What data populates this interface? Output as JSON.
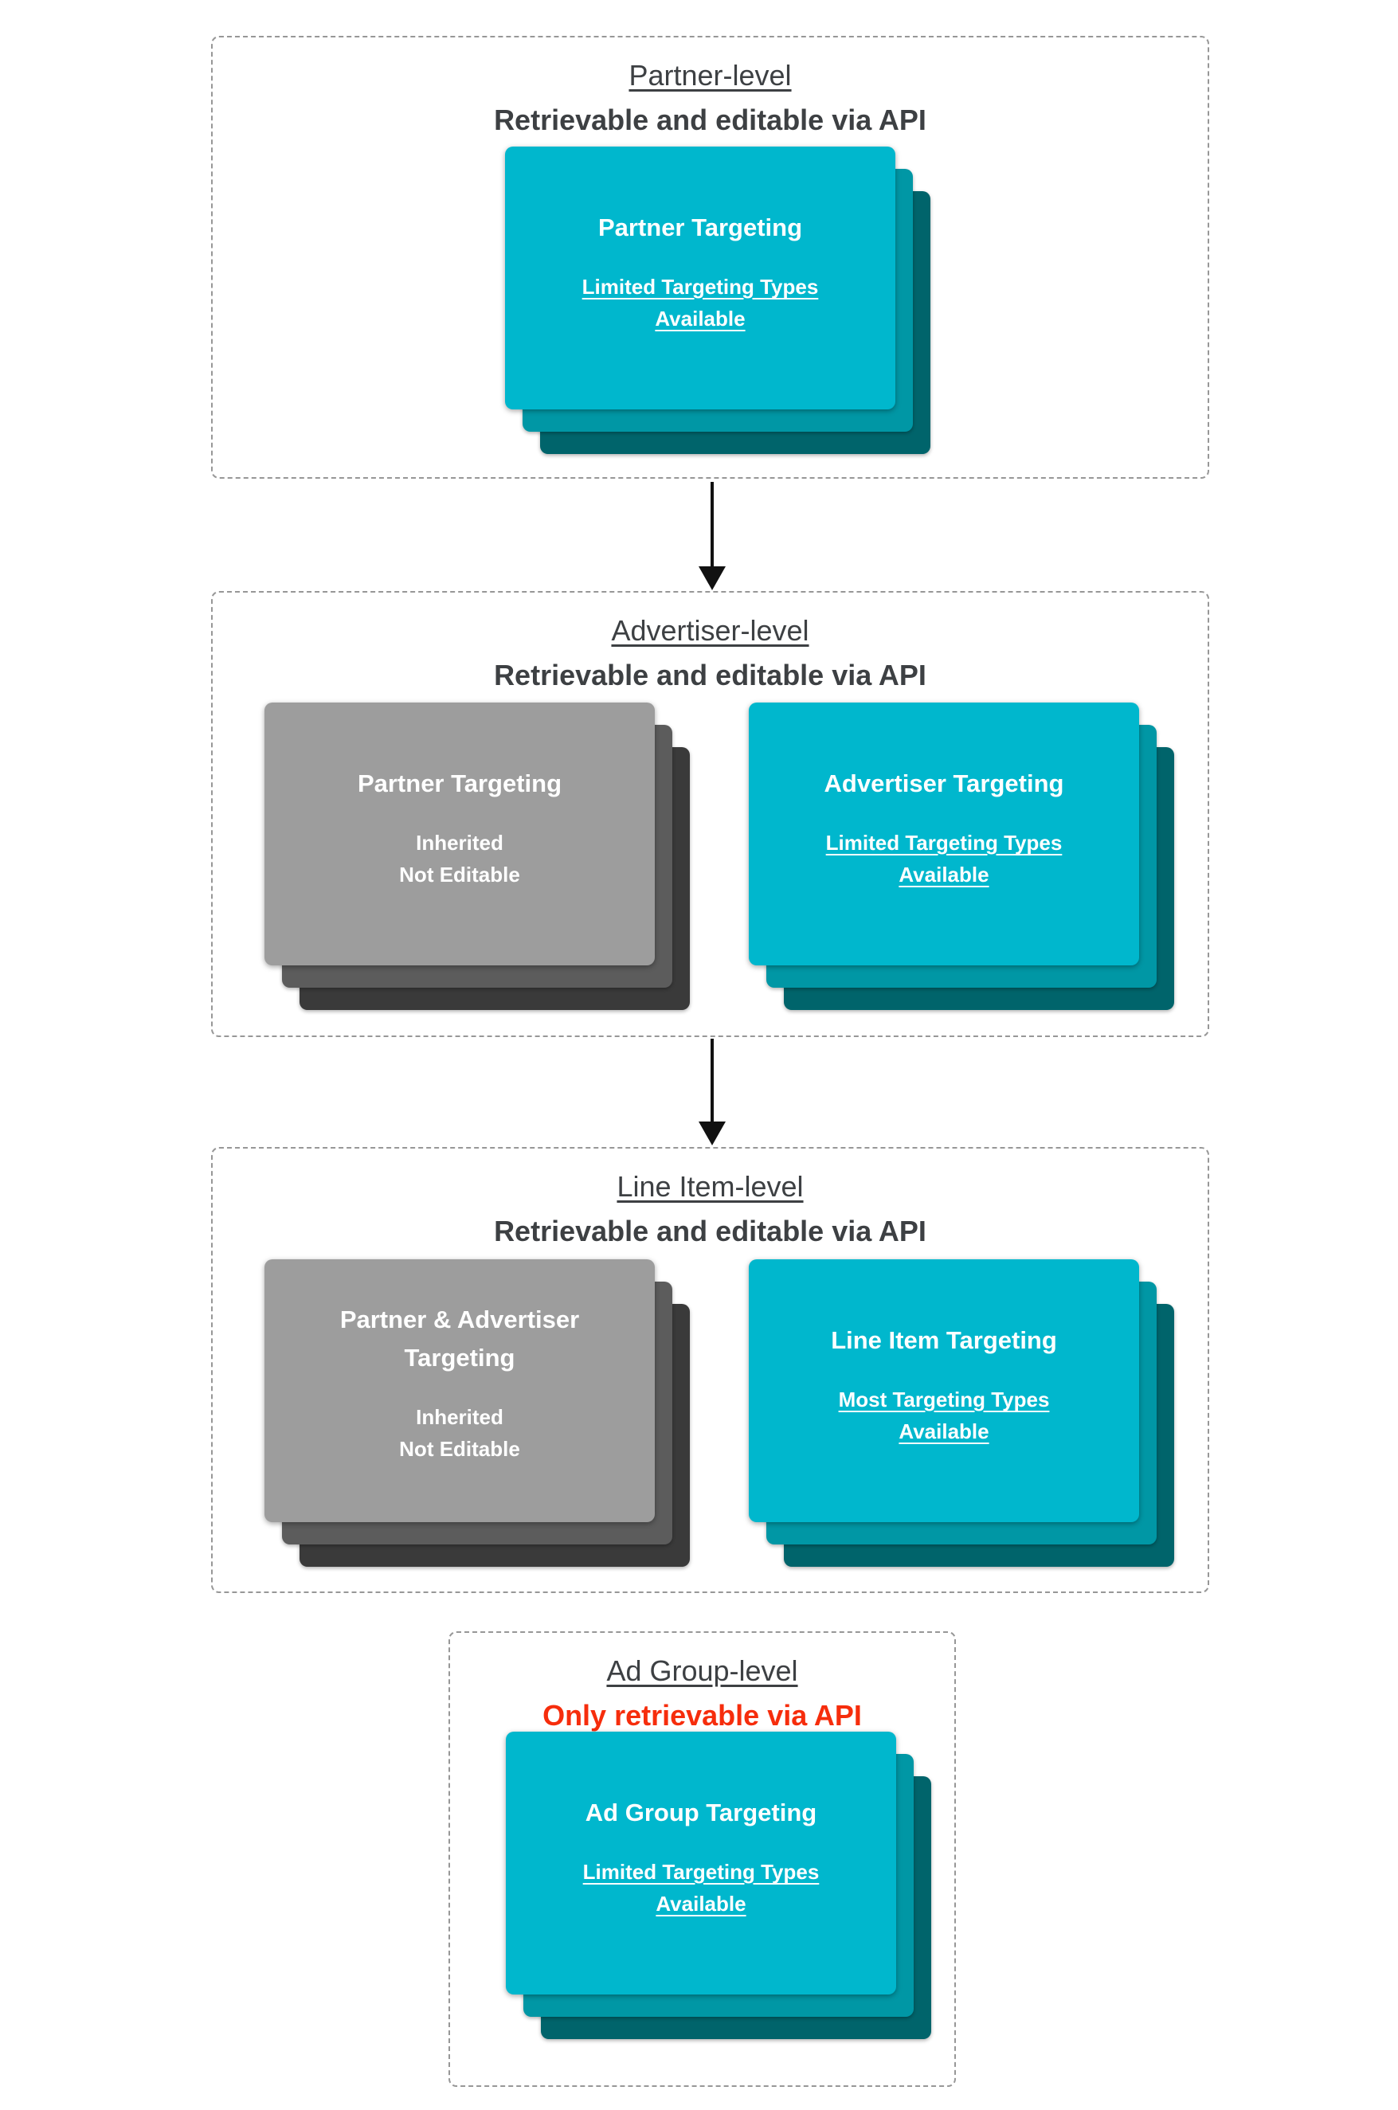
{
  "colors": {
    "teal_card": "#00b7cd",
    "teal_shadow_mid": "#0097a5",
    "teal_shadow_back": "#00646b",
    "gray_card": "#9d9d9d",
    "gray_shadow_mid": "#5c5c5c",
    "gray_shadow_back": "#3a3a3a",
    "heading_text": "#3d4043",
    "red_text": "#f62d0c",
    "card_text": "#ffffff",
    "dashed_border": "#979797",
    "arrow": "#111111"
  },
  "sections": [
    {
      "title": "Partner-level",
      "subtitle": "Retrievable and editable via API",
      "cards": [
        {
          "variant": "teal",
          "title_lines": [
            "Partner Targeting"
          ],
          "body_lines": [
            "Limited Targeting Types",
            "Available"
          ],
          "body_underlined": true
        }
      ]
    },
    {
      "title": "Advertiser-level",
      "subtitle": "Retrievable and editable via API",
      "cards": [
        {
          "variant": "gray",
          "title_lines": [
            "Partner Targeting"
          ],
          "body_lines": [
            "Inherited",
            "Not Editable"
          ],
          "body_underlined": false
        },
        {
          "variant": "teal",
          "title_lines": [
            "Advertiser Targeting"
          ],
          "body_lines": [
            "Limited Targeting Types",
            "Available"
          ],
          "body_underlined": true
        }
      ]
    },
    {
      "title": "Line Item-level",
      "subtitle": "Retrievable and editable via API",
      "cards": [
        {
          "variant": "gray",
          "title_lines": [
            "Partner & Advertiser",
            "Targeting"
          ],
          "body_lines": [
            "Inherited",
            "Not Editable"
          ],
          "body_underlined": false
        },
        {
          "variant": "teal",
          "title_lines": [
            "Line Item Targeting"
          ],
          "body_lines": [
            "Most Targeting Types",
            "Available"
          ],
          "body_underlined": true
        }
      ]
    },
    {
      "title": "Ad Group-level",
      "subtitle": "Only retrievable via API",
      "subtitle_is_red": true,
      "cards": [
        {
          "variant": "teal",
          "title_lines": [
            "Ad Group Targeting"
          ],
          "body_lines": [
            "Limited Targeting Types",
            "Available"
          ],
          "body_underlined": true
        }
      ]
    }
  ]
}
